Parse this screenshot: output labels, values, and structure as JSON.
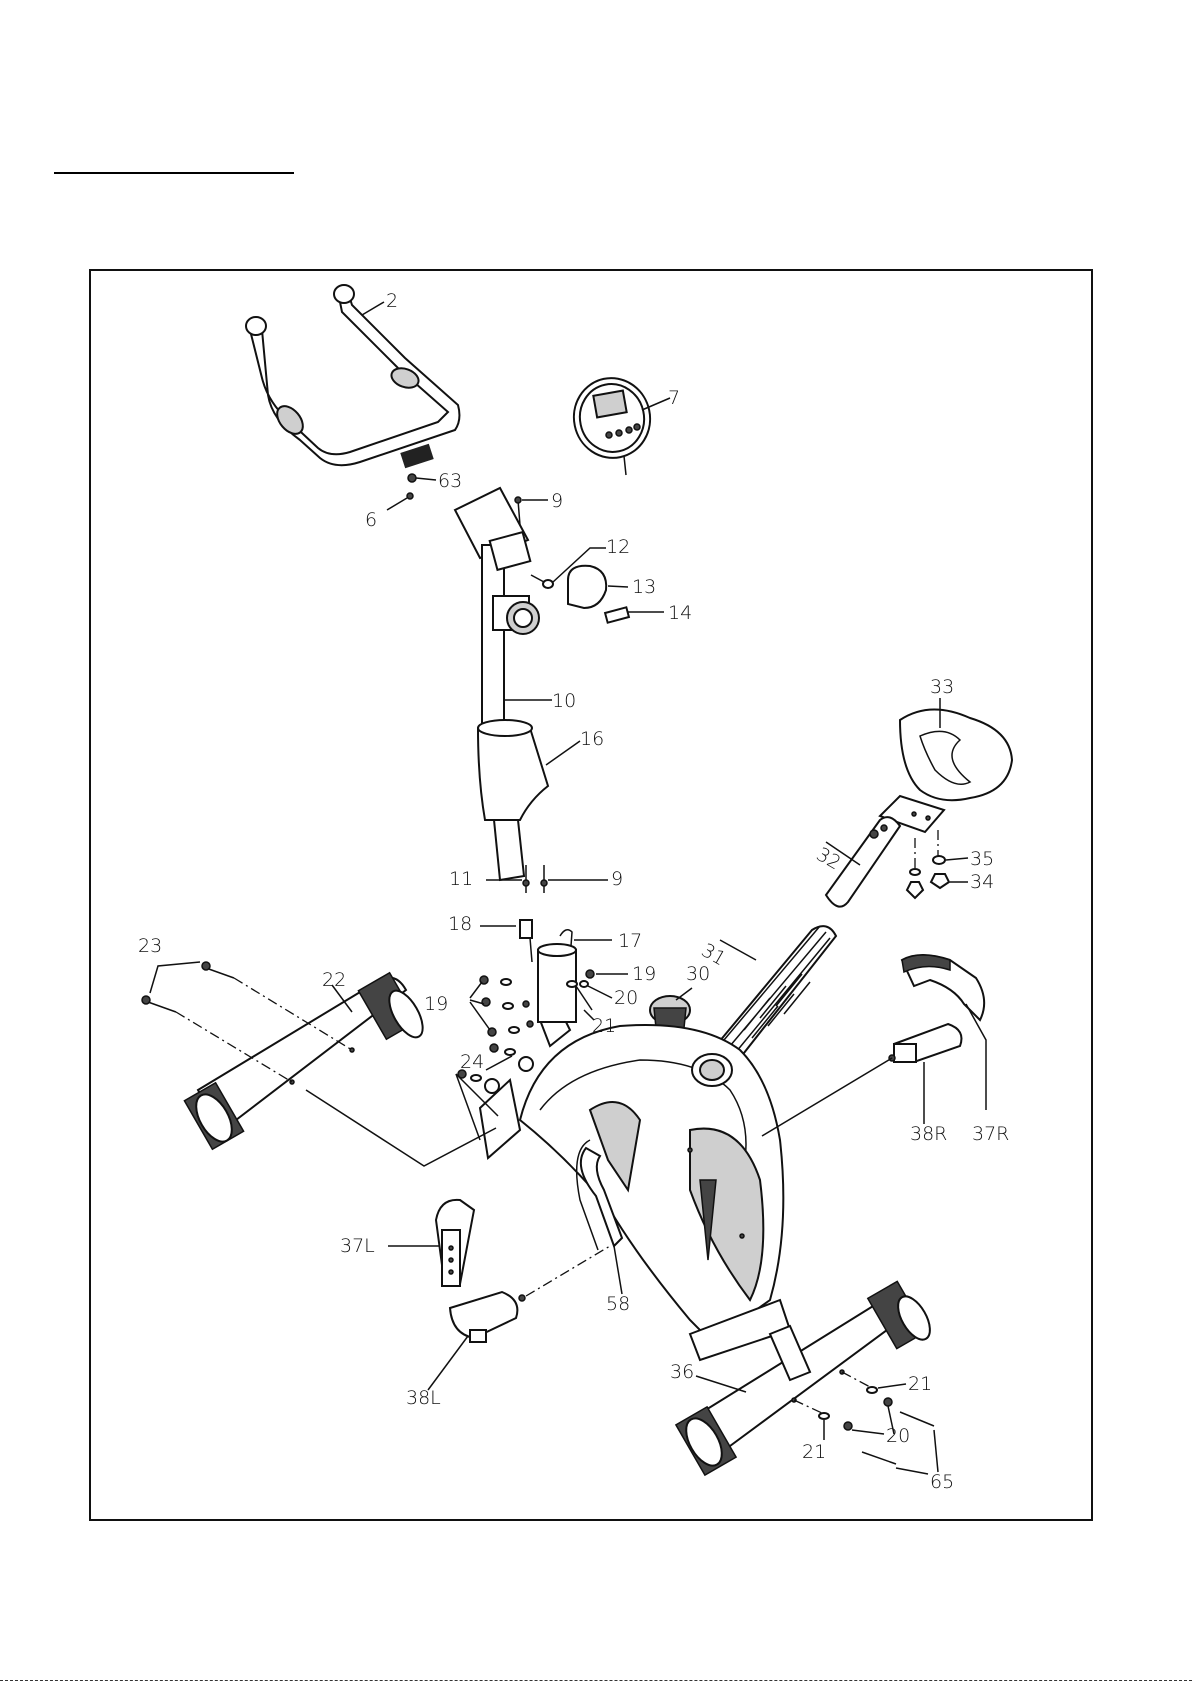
{
  "diagram": {
    "part_labels": {
      "p2": "2",
      "p7": "7",
      "p63": "63",
      "p6": "6",
      "p9a": "9",
      "p12": "12",
      "p13": "13",
      "p14": "14",
      "p10": "10",
      "p16": "16",
      "p33": "33",
      "p32": "32",
      "p35": "35",
      "p34": "34",
      "p11": "11",
      "p9b": "9",
      "p18": "18",
      "p17": "17",
      "p23": "23",
      "p22": "22",
      "p31": "31",
      "p30": "30",
      "p19a": "19",
      "p19b": "19",
      "p20a": "20",
      "p21a": "21",
      "p24": "24",
      "p38r": "38R",
      "p37r": "37R",
      "p37l": "37L",
      "p58": "58",
      "p38l": "38L",
      "p36": "36",
      "p21b": "21",
      "p20b": "20",
      "p21c": "21",
      "p65": "65"
    }
  }
}
